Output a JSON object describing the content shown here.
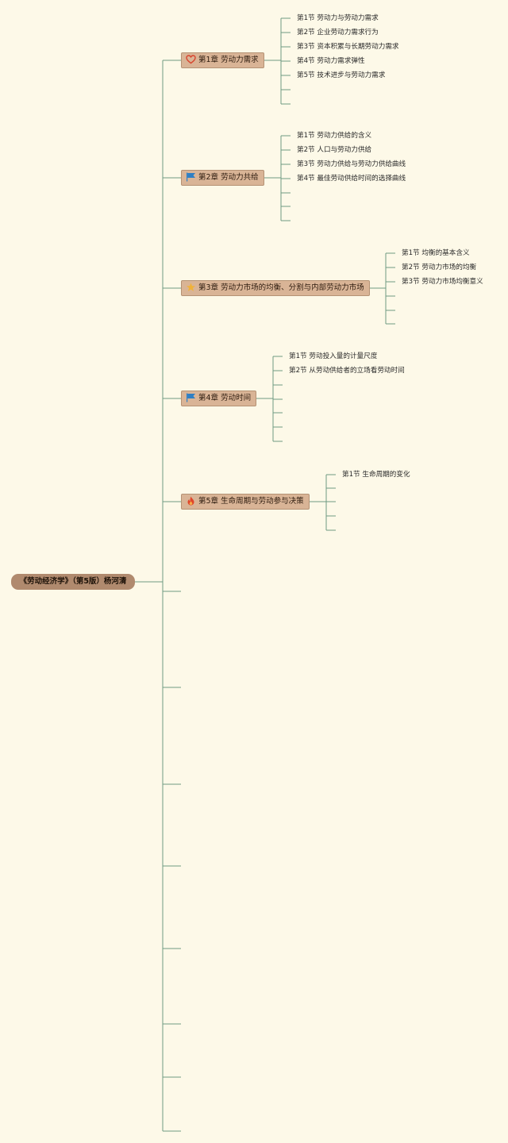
{
  "root": {
    "label": "《劳动经济学》（第5版）杨河清"
  },
  "chapters": [
    {
      "label": "第1章 劳动力需求",
      "icon": "heart-icon",
      "sections": [
        "第1节 劳动力与劳动力需求",
        "第2节 企业劳动力需求行为",
        "第3节 资本积累与长期劳动力需求",
        "第4节 劳动力需求弹性",
        "第5节 技术进步与劳动力需求"
      ]
    },
    {
      "label": "第2章 劳动力共给",
      "icon": "flag-icon",
      "sections": [
        "第1节 劳动力供给的含义",
        "第2节 人口与劳动力供给",
        "第3节 劳动力供给与劳动力供给曲线",
        "第4节 最佳劳动供给时间的选择曲线"
      ]
    },
    {
      "label": "第3章 劳动力市场的均衡、分割与内部劳动力市场",
      "icon": "star-icon",
      "sections": [
        "第1节 均衡的基本含义",
        "第2节 劳动力市场的均衡",
        "第3节 劳动力市场均衡意义"
      ]
    },
    {
      "label": "第4章 劳动时间",
      "icon": "flag-icon",
      "sections": [
        "第1节 劳动投入量的计量尺度",
        "第2节 从劳动供给者的立场看劳动时间"
      ]
    },
    {
      "label": "第5章 生命周期与劳动参与决策",
      "icon": "flame-icon",
      "sections": [
        "第1节 生命周期的变化"
      ]
    }
  ],
  "colors": {
    "background": "#fdf9e8",
    "connector": "#6e9a82",
    "root_fill": "#b08a6e",
    "chapter_fill": "#d9b496",
    "heart": "#d8452e",
    "flag": "#2f7fc4",
    "star": "#f0b23a",
    "flame": "#e0462a"
  }
}
